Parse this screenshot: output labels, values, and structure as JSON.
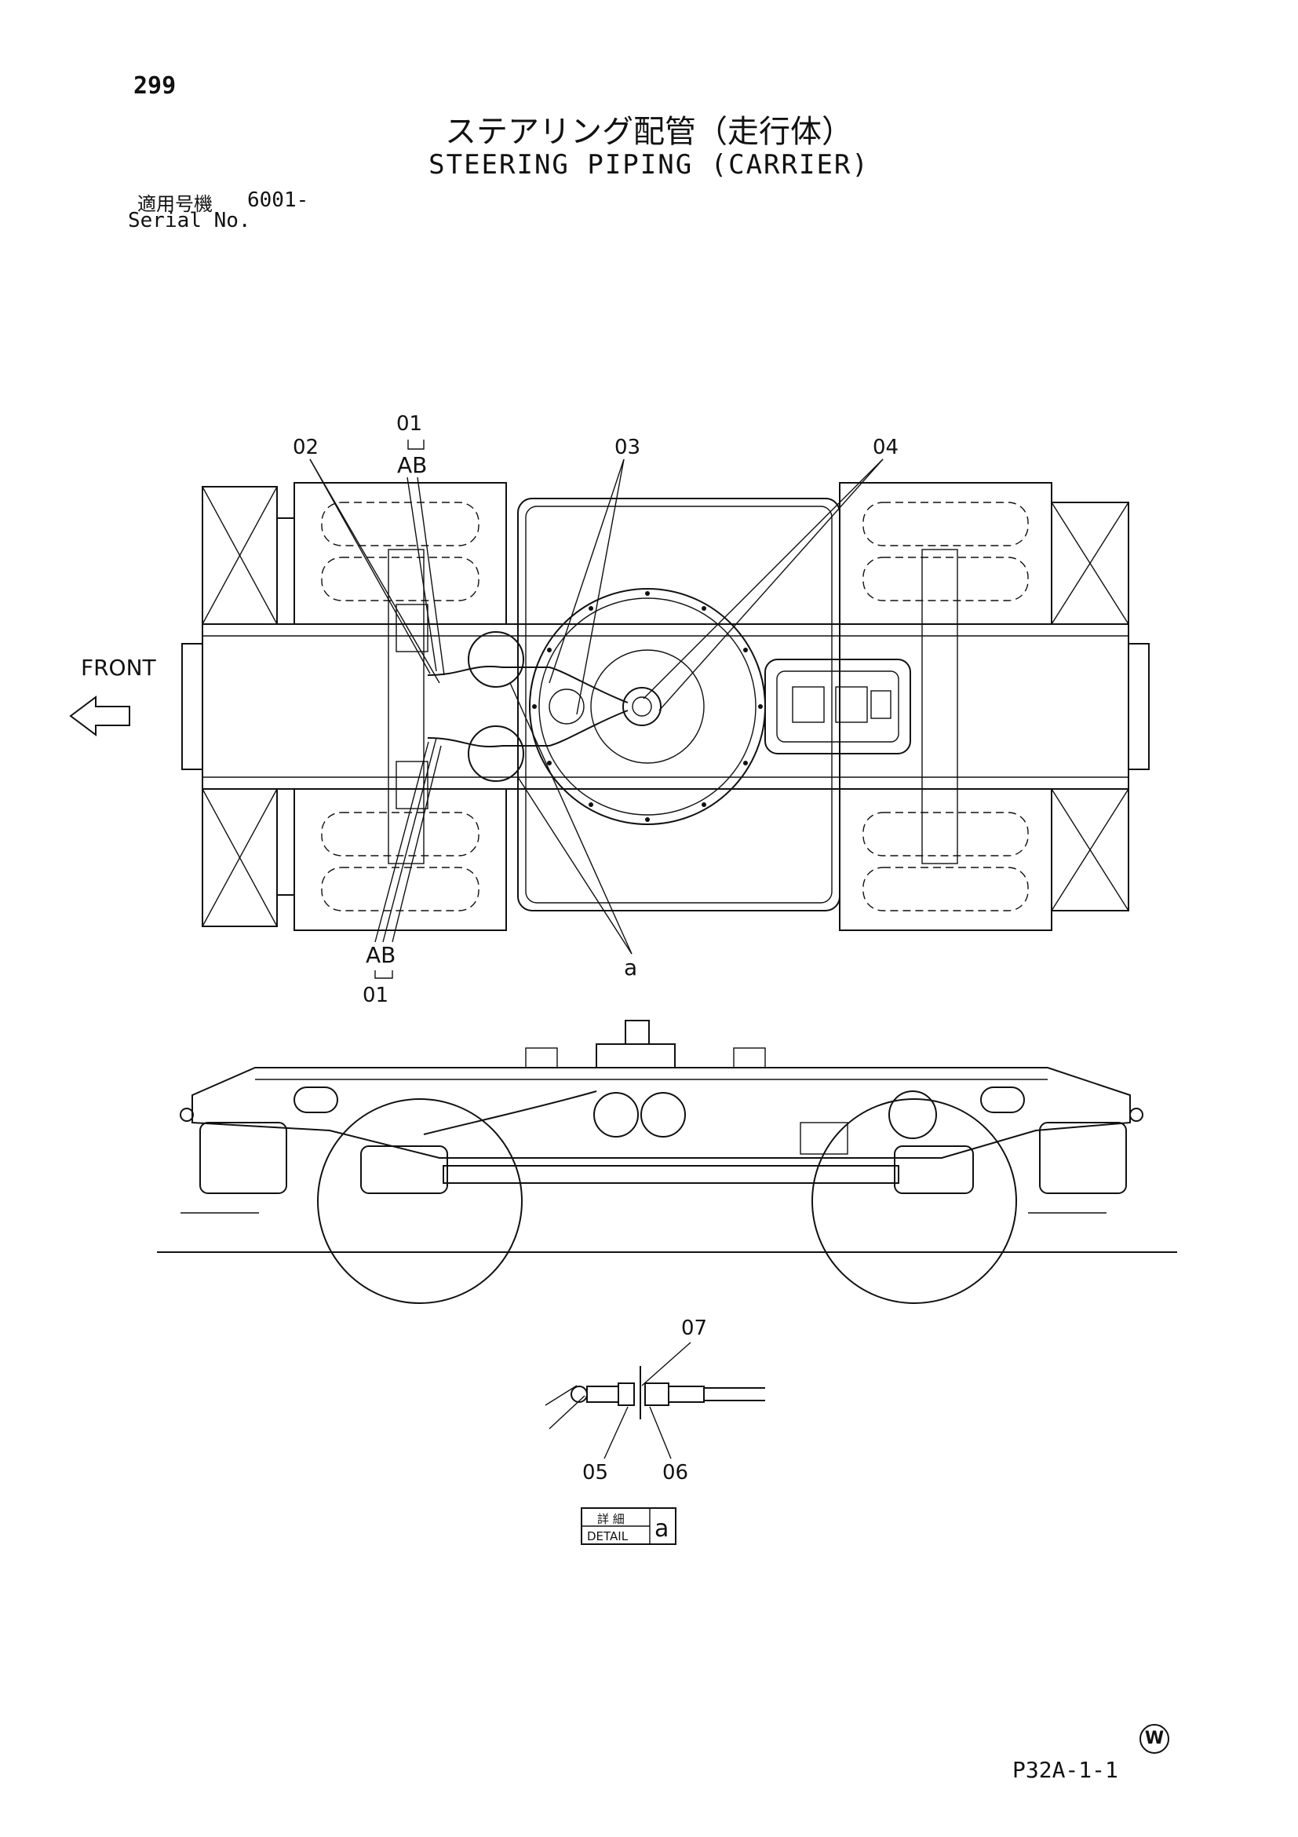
{
  "header": {
    "page_number": "299",
    "title_ja": "ステアリング配管（走行体）",
    "title_en": "STEERING PIPING (CARRIER)",
    "serial_label_ja": "適用号機",
    "serial_value": "6001-",
    "serial_label_en": "Serial No."
  },
  "diagram": {
    "front_label": "FRONT",
    "callouts": {
      "c01_top": "01",
      "ab_top": "AB",
      "c02": "02",
      "c03": "03",
      "c04": "04",
      "ab_bottom": "AB",
      "c01_bottom": "01",
      "a": "a",
      "c05": "05",
      "c06": "06",
      "c07": "07"
    },
    "detail_box": {
      "ja": "詳 細",
      "en": "DETAIL",
      "letter": "a"
    }
  },
  "footer": {
    "mark": "W",
    "doc_code": "P32A-1-1"
  }
}
